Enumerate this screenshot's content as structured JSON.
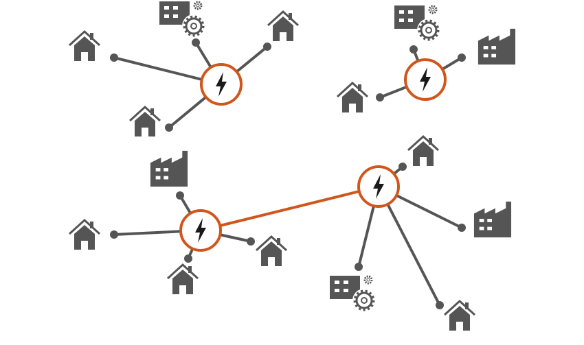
{
  "colors": {
    "hub_stroke": "#d0561b",
    "icon_fill": "#555555",
    "link": "#555555",
    "hub_link": "#d0561b",
    "bolt": "#1a1a1a"
  },
  "diagram": {
    "hubs": [
      {
        "id": "hub-1",
        "consumers": [
          "house",
          "office",
          "house",
          "house"
        ]
      },
      {
        "id": "hub-2",
        "consumers": [
          "office",
          "factory",
          "house"
        ]
      },
      {
        "id": "hub-3",
        "consumers": [
          "factory",
          "house",
          "house",
          "house"
        ]
      },
      {
        "id": "hub-4",
        "consumers": [
          "house",
          "factory",
          "office",
          "house"
        ]
      }
    ],
    "interconnections": [
      [
        "hub-3",
        "hub-4"
      ]
    ]
  }
}
